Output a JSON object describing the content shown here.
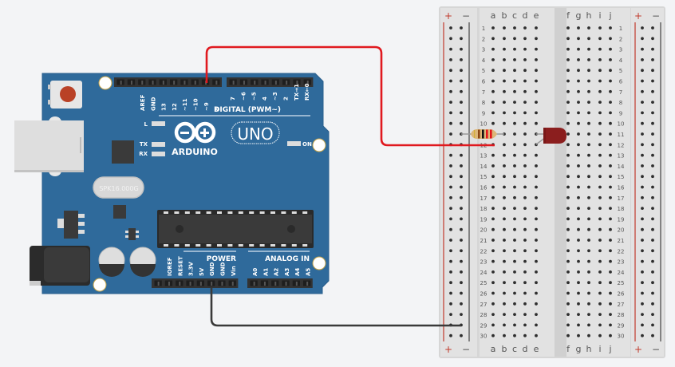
{
  "canvas": {
    "background": "#f3f4f6"
  },
  "arduino": {
    "brand": "ARDUINO",
    "model": "UNO",
    "crystal_label": "SPK16.000G",
    "digital_header_label": "DIGITAL (PWM~)",
    "power_header_label": "POWER",
    "analog_header_label": "ANALOG IN",
    "led_labels": {
      "l": "L",
      "tx": "TX",
      "rx": "RX",
      "on": "ON"
    },
    "digital_pins_left": [
      "AREF",
      "GND",
      "13",
      "12",
      "~11",
      "~10",
      "~9",
      "8"
    ],
    "digital_pins_right": [
      "7",
      "~6",
      "~5",
      "4",
      "~3",
      "2",
      "TX→1",
      "RX←0"
    ],
    "power_pins": [
      "IOREF",
      "RESET",
      "3.3V",
      "5V",
      "GND",
      "GND",
      "Vin"
    ],
    "analog_pins": [
      "A0",
      "A1",
      "A2",
      "A3",
      "A4",
      "A5"
    ],
    "colors": {
      "board": "#2f6a9b",
      "header": "#333333",
      "chip": "#3a3a3a"
    }
  },
  "breadboard": {
    "rail_plus": "+",
    "rail_minus": "−",
    "columns_left": [
      "a",
      "b",
      "c",
      "d",
      "e"
    ],
    "columns_right": [
      "f",
      "g",
      "h",
      "i",
      "j"
    ],
    "rows": 30,
    "colors": {
      "body": "#dcdcdc",
      "rail_plus": "#c0392b",
      "rail_minus": "#333333"
    }
  },
  "components": {
    "resistor": {
      "name": "resistor",
      "row": 11,
      "band_colors": [
        "#8b4513",
        "#111111",
        "#e3141b",
        "#e3141b",
        "#d4af37"
      ]
    },
    "led": {
      "name": "red LED",
      "row": 11,
      "color": "#8b1e1e"
    }
  },
  "wires": [
    {
      "name": "signal-wire",
      "from": "~9",
      "to": "breadboard row 12 column a",
      "color": "#e0191f"
    },
    {
      "name": "ground-wire",
      "from": "GND",
      "to": "breadboard row 29 negative rail",
      "color": "#3a3a3a"
    }
  ]
}
